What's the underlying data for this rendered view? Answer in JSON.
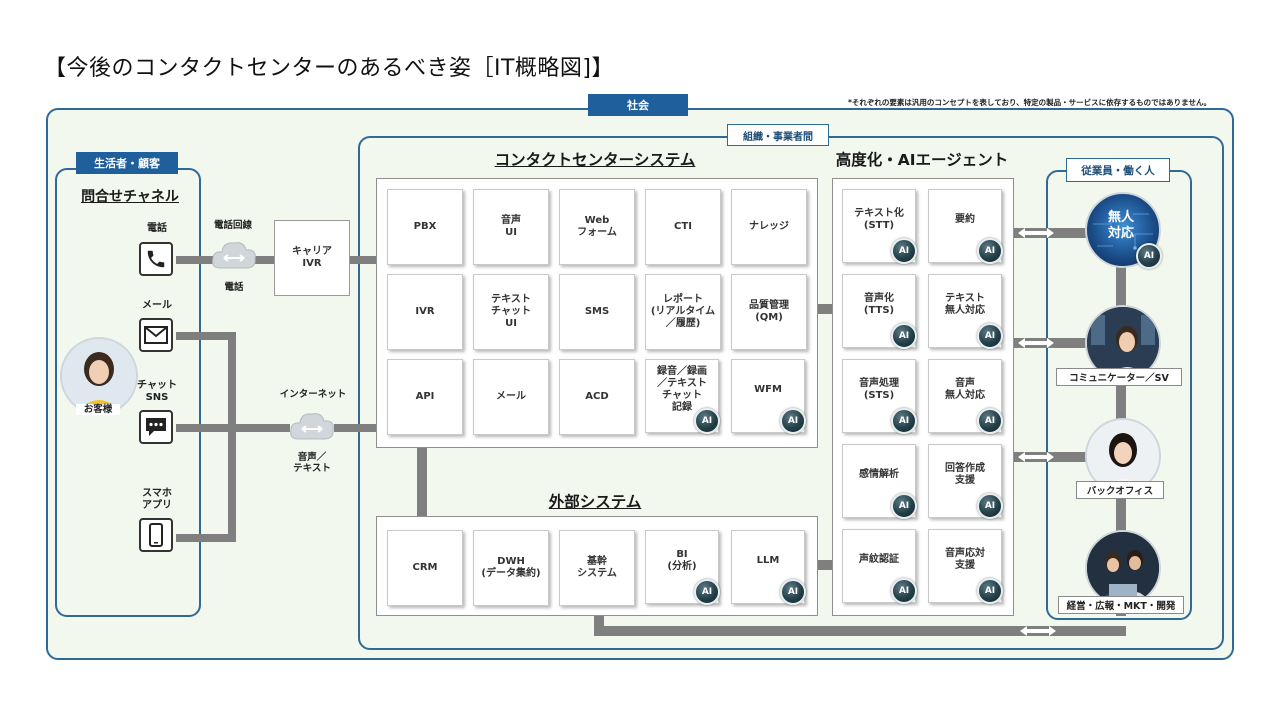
{
  "title": "【今後のコンタクトセンターのあるべき姿［IT概略図]】",
  "disclaimer": "*それぞれの要素は汎用のコンセプトを表しており、特定の製品・サービスに依存するものではありません。",
  "labels": {
    "society": "社会",
    "organization": "組織・事業者間",
    "customer_group": "生活者・顧客",
    "employee_group": "従業員・働く人"
  },
  "headings": {
    "channels": "問合せチャネル",
    "cc_system": "コンタクトセンターシステム",
    "ai_agent": "高度化・AIエージェント",
    "external": "外部システム"
  },
  "customer": {
    "label": "お客様"
  },
  "channels": [
    {
      "label": "電話",
      "icon": "phone-icon"
    },
    {
      "label": "メール",
      "icon": "mail-icon"
    },
    {
      "label": "チャット\nSNS",
      "icon": "chat-icon"
    },
    {
      "label": "スマホ\nアプリ",
      "icon": "smartphone-icon"
    }
  ],
  "network": {
    "phone_line": "電話回線",
    "phone": "電話",
    "internet": "インターネット",
    "voice_text": "音声／\nテキスト",
    "carrier": "キャリア\nIVR"
  },
  "ai_badge": "AI",
  "cc_cells": [
    {
      "label": "PBX",
      "ai": false
    },
    {
      "label": "音声\nUI",
      "ai": false
    },
    {
      "label": "Web\nフォーム",
      "ai": false
    },
    {
      "label": "CTI",
      "ai": false
    },
    {
      "label": "ナレッジ",
      "ai": false
    },
    {
      "label": "IVR",
      "ai": false
    },
    {
      "label": "テキスト\nチャット\nUI",
      "ai": false
    },
    {
      "label": "SMS",
      "ai": false
    },
    {
      "label": "レポート\n(リアルタイム\n／履歴)",
      "ai": false
    },
    {
      "label": "品質管理\n(QM)",
      "ai": false
    },
    {
      "label": "API",
      "ai": false
    },
    {
      "label": "メール",
      "ai": false
    },
    {
      "label": "ACD",
      "ai": false
    },
    {
      "label": "録音／録画\n／テキスト\nチャット\n記録",
      "ai": true
    },
    {
      "label": "WFM",
      "ai": true
    }
  ],
  "ext_cells": [
    {
      "label": "CRM",
      "ai": false
    },
    {
      "label": "DWH\n(データ集約)",
      "ai": false
    },
    {
      "label": "基幹\nシステム",
      "ai": false
    },
    {
      "label": "BI\n(分析)",
      "ai": true
    },
    {
      "label": "LLM",
      "ai": true
    }
  ],
  "ai_cells": [
    {
      "label": "テキスト化\n(STT)",
      "ai": true
    },
    {
      "label": "要約",
      "ai": true
    },
    {
      "label": "音声化\n(TTS)",
      "ai": true
    },
    {
      "label": "テキスト\n無人対応",
      "ai": true
    },
    {
      "label": "音声処理\n(STS)",
      "ai": true
    },
    {
      "label": "音声\n無人対応",
      "ai": true
    },
    {
      "label": "感情解析",
      "ai": true
    },
    {
      "label": "回答作成\n支援",
      "ai": true
    },
    {
      "label": "声紋認証",
      "ai": true
    },
    {
      "label": "音声応対\n支援",
      "ai": true
    }
  ],
  "employees": {
    "unmanned": "無人\n対応",
    "communicator": "コミュニケーター／SV",
    "back_office": "バックオフィス",
    "management": "経営・広報・MKT・開発"
  }
}
